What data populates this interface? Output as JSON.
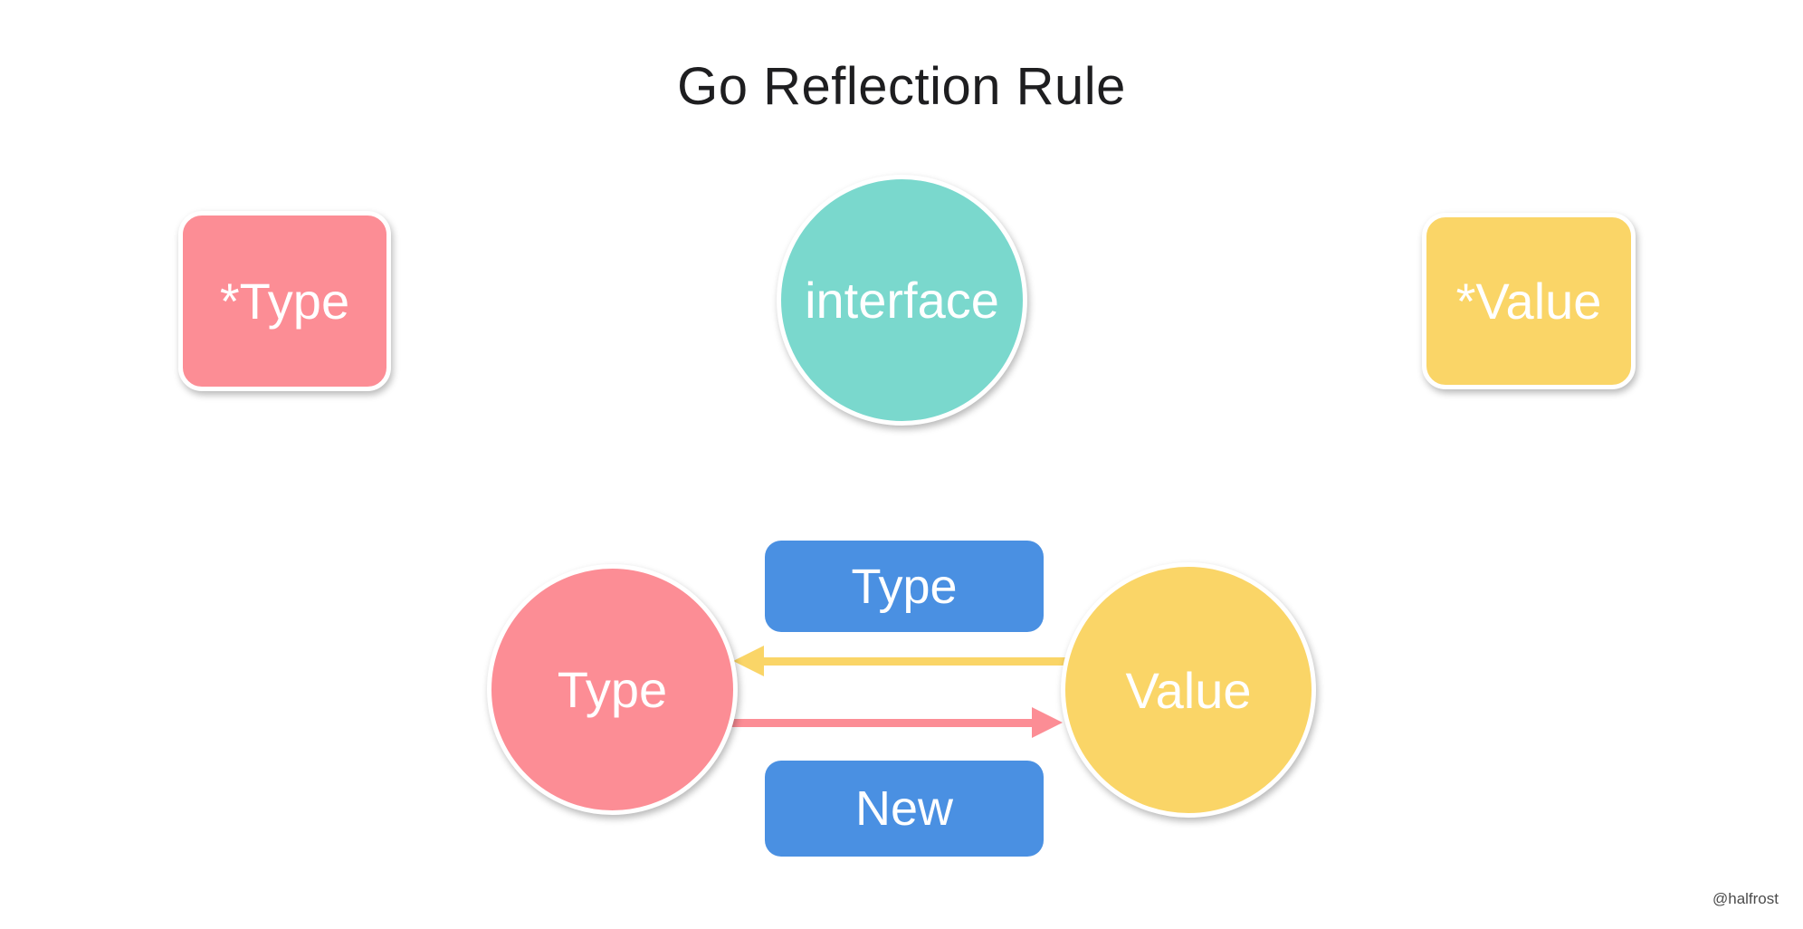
{
  "title": "Go Reflection Rule",
  "watermark": "@halfrost",
  "colors": {
    "pink": "#FC8D95",
    "teal": "#7AD8CD",
    "yellow": "#FAD567",
    "blue": "#4A90E2",
    "title_text": "#1E1E20",
    "watermark_text": "#4B4B4B",
    "node_text": "#FFFFFF",
    "background": "#FFFFFF"
  },
  "nodes": {
    "pointer_type_box": {
      "label": "*Type",
      "shape": "rounded-rect",
      "color": "pink"
    },
    "interface_circle": {
      "label": "interface",
      "shape": "circle",
      "color": "teal"
    },
    "pointer_value_box": {
      "label": "*Value",
      "shape": "rounded-rect",
      "color": "yellow"
    },
    "type_circle": {
      "label": "Type",
      "shape": "circle",
      "color": "pink"
    },
    "value_circle": {
      "label": "Value",
      "shape": "circle",
      "color": "yellow"
    },
    "type_method_box": {
      "label": "Type",
      "shape": "rounded-rect",
      "color": "blue"
    },
    "new_method_box": {
      "label": "New",
      "shape": "rounded-rect",
      "color": "blue"
    }
  },
  "arrows": [
    {
      "name": "value-to-type",
      "color": "yellow",
      "direction": "left"
    },
    {
      "name": "type-to-value",
      "color": "pink",
      "direction": "right"
    }
  ]
}
